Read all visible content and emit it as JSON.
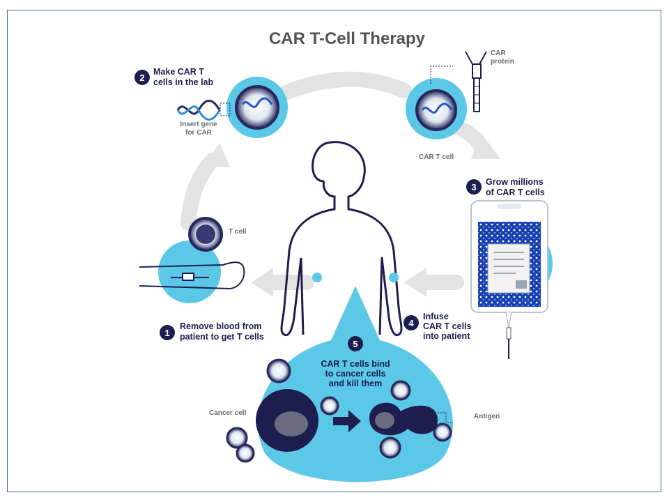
{
  "title": "CAR T-Cell Therapy",
  "steps": [
    {
      "number": "1",
      "lines": [
        "Remove blood from",
        "patient to get T cells"
      ]
    },
    {
      "number": "2",
      "lines": [
        "Make CAR T",
        "cells in the lab"
      ]
    },
    {
      "number": "3",
      "lines": [
        "Grow millions",
        "of CAR T cells"
      ]
    },
    {
      "number": "4",
      "lines": [
        "Infuse",
        "CAR T cells",
        "into patient"
      ]
    },
    {
      "number": "5",
      "lines": [
        "CAR T cells bind",
        "to cancer cells",
        "and kill them"
      ]
    }
  ],
  "labels": {
    "insert_gene": [
      "Insert gene",
      "for CAR"
    ],
    "car_protein": [
      "CAR",
      "protein"
    ],
    "car_t_cell": "CAR T cell",
    "t_cell": "T cell",
    "cancer_cell": "Cancer cell",
    "antigen": "Antigen"
  },
  "colors": {
    "light_blue": "#5ac8e6",
    "navy": "#1d1d4f",
    "arrow_gray": "#e3e3e3",
    "frame": "#2f6f8a"
  }
}
